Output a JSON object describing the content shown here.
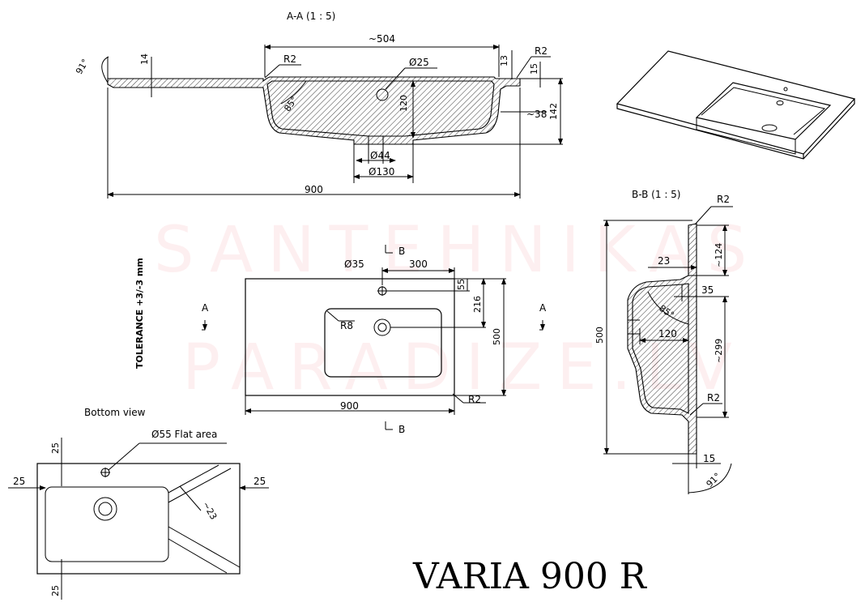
{
  "title": "VARIA 900 R",
  "watermark": {
    "line1": "SANTEHNIKAS",
    "line2": "PARADIZE.LV"
  },
  "section_aa": {
    "label": "A-A  (1 : 5)",
    "dims": {
      "d504": "~504",
      "r2": "R2",
      "d25": "Ø25",
      "d13": "13",
      "r2b": "R2",
      "d14": "14",
      "d15": "15",
      "d91": "91°",
      "d85": "85°",
      "d120": "120",
      "d38": "~38",
      "d142": "142",
      "d44": "Ø44",
      "d130": "Ø130",
      "d900": "900"
    }
  },
  "top_view": {
    "d35": "Ø35",
    "d300": "300",
    "d55": "55",
    "d216": "216",
    "d500": "500",
    "r8": "R8",
    "r2": "R2",
    "d900": "900",
    "tolerance": "TOLERANCE +3/-3 mm",
    "a_left": "A",
    "a_right": "A",
    "b_top": "B",
    "b_bottom": "B"
  },
  "section_bb": {
    "label": "B-B  (1 : 5)",
    "dims": {
      "r2": "R2",
      "d124": "~124",
      "d23": "23",
      "d35": "35",
      "d85": "85°",
      "d120": "120",
      "d500": "500",
      "d299": "~299",
      "r2b": "R2",
      "d15": "15",
      "d91": "91°"
    }
  },
  "bottom_view": {
    "label": "Bottom view",
    "flat": "Ø55 Flat area",
    "d25a": "25",
    "d25b": "25",
    "d25c": "25",
    "d23": "~23",
    "d25d": "25"
  }
}
